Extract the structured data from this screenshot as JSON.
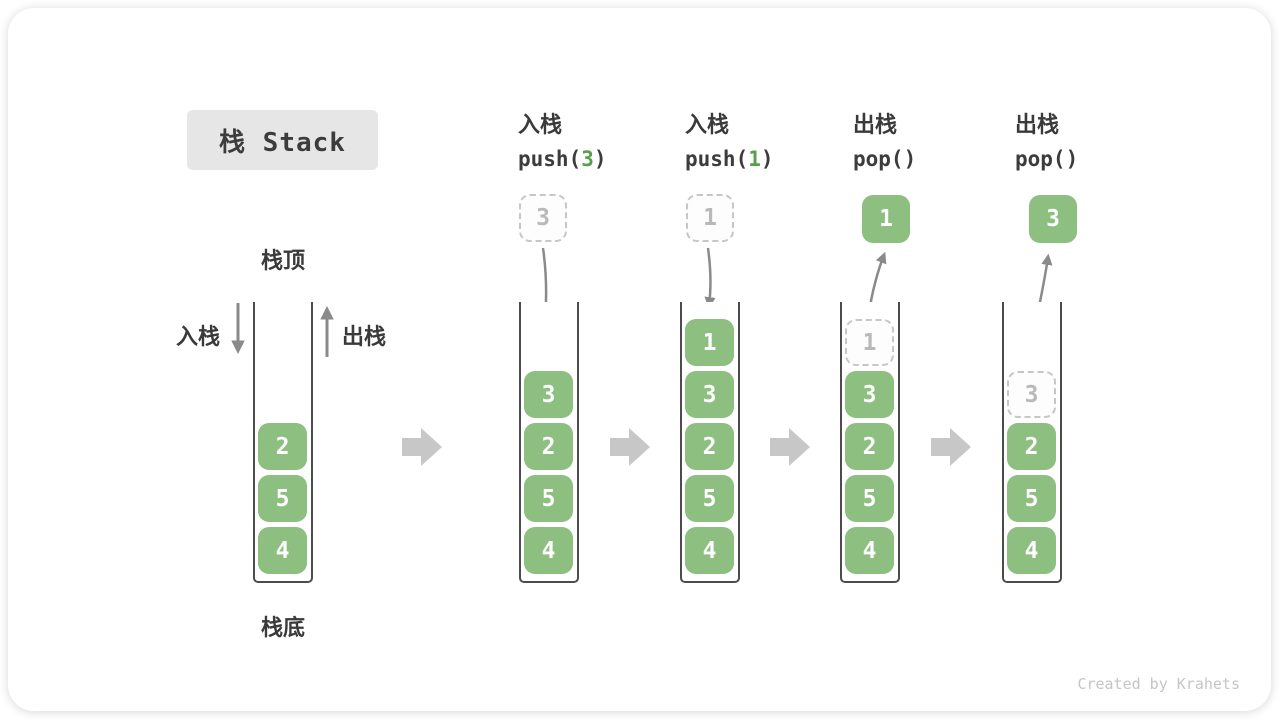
{
  "title": {
    "label": "栈 Stack"
  },
  "legend": {
    "stack_top": "栈顶",
    "stack_bottom": "栈底",
    "push": "入栈",
    "pop": "出栈"
  },
  "operations": [
    {
      "action": "入栈",
      "code": {
        "pre": "push(",
        "arg": "3",
        "post": ")"
      }
    },
    {
      "action": "入栈",
      "code": {
        "pre": "push(",
        "arg": "1",
        "post": ")"
      }
    },
    {
      "action": "出栈",
      "code": {
        "pre": "pop()",
        "arg": "",
        "post": ""
      }
    },
    {
      "action": "出栈",
      "code": {
        "pre": "pop()",
        "arg": "",
        "post": ""
      }
    }
  ],
  "floating_values": [
    {
      "value": "3",
      "style": "dashed"
    },
    {
      "value": "1",
      "style": "dashed"
    },
    {
      "value": "1",
      "style": "solid"
    },
    {
      "value": "3",
      "style": "solid"
    }
  ],
  "stacks": [
    {
      "items": [
        {
          "value": "2"
        },
        {
          "value": "5"
        },
        {
          "value": "4"
        }
      ]
    },
    {
      "items": [
        {
          "value": "3"
        },
        {
          "value": "2"
        },
        {
          "value": "5"
        },
        {
          "value": "4"
        }
      ]
    },
    {
      "items": [
        {
          "value": "1"
        },
        {
          "value": "3"
        },
        {
          "value": "2"
        },
        {
          "value": "5"
        },
        {
          "value": "4"
        }
      ]
    },
    {
      "items": [
        {
          "value": "1",
          "state": "popped"
        },
        {
          "value": "3"
        },
        {
          "value": "2"
        },
        {
          "value": "5"
        },
        {
          "value": "4"
        }
      ]
    },
    {
      "items": [
        {
          "value": "3",
          "state": "popped"
        },
        {
          "value": "2"
        },
        {
          "value": "5"
        },
        {
          "value": "4"
        }
      ]
    }
  ],
  "watermark": "Created by Krahets",
  "colors": {
    "element_green": "#8CBF80",
    "code_arg_green": "#55A14B",
    "arrow_gray": "#8A8A8A",
    "block_arrow_gray": "#C7C7C7"
  }
}
